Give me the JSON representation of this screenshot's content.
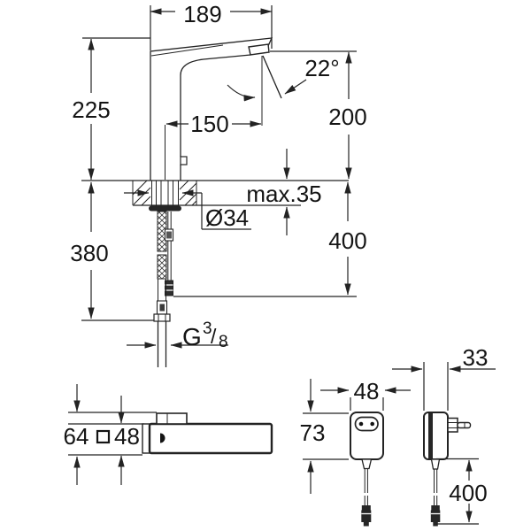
{
  "drawing_title": "faucet-installation-dimension-drawing",
  "colors": {
    "line": "#232323",
    "text": "#141414",
    "background": "#ffffff"
  },
  "faucet": {
    "spout_width": "189",
    "height_above_deck": "225",
    "spout_reach": "150",
    "spray_angle": "22°",
    "outlet_height": "200",
    "deck_thickness": "max.35",
    "hole_diameter": "Ø34",
    "height_below_deck": "380",
    "hose_length": "400",
    "thread": {
      "prefix": "G",
      "numerator": "3",
      "slash": "/",
      "denominator": "8"
    }
  },
  "spout_top_view": {
    "depth": "64",
    "width": "48"
  },
  "power_supply_front": {
    "width": "48",
    "height": "73"
  },
  "power_supply_side": {
    "depth": "33",
    "cable_length": "400"
  }
}
